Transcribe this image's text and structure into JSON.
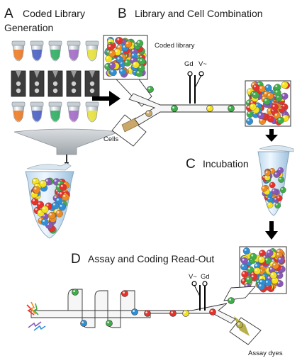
{
  "panels": {
    "a": {
      "letter": "A",
      "title_line1": "Coded Library",
      "title_line2": "Generation"
    },
    "b": {
      "letter": "B",
      "title": "Library and Cell Combination"
    },
    "c": {
      "letter": "C",
      "title": "Incubation"
    },
    "d": {
      "letter": "D",
      "title": "Assay and Coding Read-Out"
    }
  },
  "labels": {
    "coded_library": "Coded library",
    "cells": "Cells",
    "assay_dyes": "Assay dyes",
    "electrode_b_ground": "Gd",
    "electrode_b_voltage": "V~",
    "electrode_d_voltage": "V~",
    "electrode_d_ground": "Gd"
  },
  "colors": {
    "droplet_red": "#e8312a",
    "droplet_yellow": "#f5e11c",
    "droplet_green": "#3fae49",
    "droplet_blue": "#2f8fd6",
    "droplet_orange": "#f28b1d",
    "droplet_purple": "#8a58b8",
    "tube_orange": "#f07a24",
    "tube_blue": "#4a5fc4",
    "tube_green": "#2fae60",
    "tube_purple": "#a36ac8",
    "tube_yellow": "#e9e23a",
    "cell_tan": "#c9a86a",
    "dye_olive": "#b8b04a",
    "arrow": "#000000",
    "channel_stroke": "#333333"
  },
  "icons": [
    "microtube-icon",
    "droplet-icon",
    "channel-icon",
    "electrode-icon",
    "arrow-icon",
    "funnel-icon",
    "laser-icon"
  ]
}
